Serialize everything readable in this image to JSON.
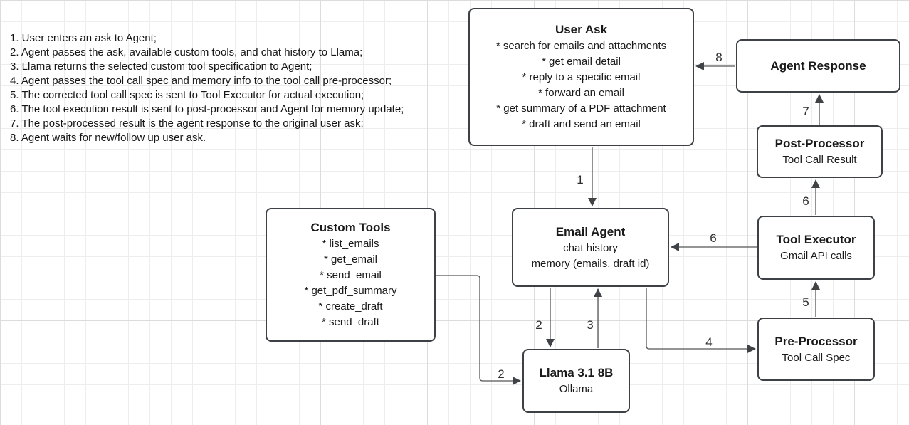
{
  "notes": {
    "items": [
      "1. User enters an ask to Agent;",
      "2. Agent passes the ask, available custom tools, and chat history to Llama;",
      "3. Llama returns the selected custom tool specification to Agent;",
      "4. Agent passes the tool call spec and memory info to the tool call pre-processor;",
      "5. The corrected tool call spec is sent to Tool Executor for actual execution;",
      "6. The tool execution result is sent to post-processor and Agent for memory update;",
      "7. The post-processed result is the agent response to the original user ask;",
      "8. Agent waits for new/follow up user ask."
    ]
  },
  "boxes": {
    "user_ask": {
      "title": "User Ask",
      "items": [
        "* search for emails and attachments",
        "* get email detail",
        "* reply to a specific email",
        "* forward an email",
        "* get summary of a PDF attachment",
        "* draft and send an email"
      ]
    },
    "agent_response": {
      "title": "Agent Response"
    },
    "post_processor": {
      "title": "Post-Processor",
      "subtitle": "Tool Call Result"
    },
    "tool_executor": {
      "title": "Tool Executor",
      "subtitle": "Gmail API calls"
    },
    "pre_processor": {
      "title": "Pre-Processor",
      "subtitle": "Tool Call Spec"
    },
    "email_agent": {
      "title": "Email Agent",
      "line1": "chat history",
      "line2": "memory (emails, draft id)"
    },
    "custom_tools": {
      "title": "Custom Tools",
      "items": [
        "* list_emails",
        "* get_email",
        "* send_email",
        "* get_pdf_summary",
        "* create_draft",
        "* send_draft"
      ]
    },
    "llama": {
      "title": "Llama 3.1 8B",
      "subtitle": "Ollama"
    }
  },
  "arrow_labels": {
    "s1": "1",
    "s2_agent_to_llama": "2",
    "s2_tools_to_llama": "2",
    "s3": "3",
    "s4": "4",
    "s5": "5",
    "s6_to_agent": "6",
    "s6_to_post": "6",
    "s7": "7",
    "s8": "8"
  },
  "colors": {
    "node_border": "#3d4045",
    "connector": "#565656",
    "grid_minor": "#ededed",
    "grid_major": "#dcdcdc"
  }
}
